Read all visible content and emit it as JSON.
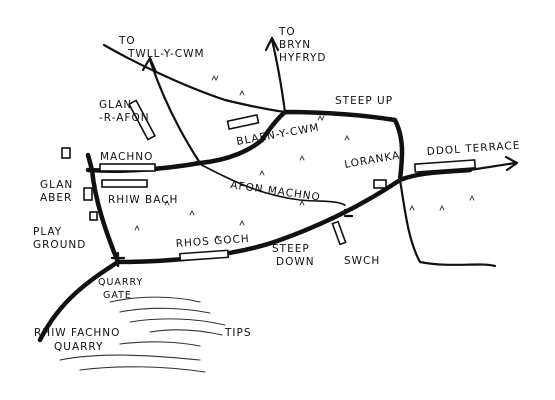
{
  "labels": {
    "to_twll_1": "TO",
    "to_twll_2": "TWLL-Y-CWM",
    "to_bryn_1": "TO",
    "to_bryn_2": "BRYN",
    "to_bryn_3": "HYFRYD",
    "glan_1": "GLAN",
    "glan_2": "-R-AFON",
    "steep_up": "STEEP UP",
    "blaen": "BLAEN-Y-CWM",
    "machno": "MACHNO",
    "rhiw_bach": "RHIW BACH",
    "glan_aber_1": "GLAN",
    "glan_aber_2": "ABER",
    "loranka": "LORANKA",
    "ddol": "DDOL TERRACE",
    "afon": "AFON MACHNO",
    "play_1": "PLAY",
    "play_2": "GROUND",
    "rhos_goch": "RHOS GOCH",
    "steep_down_1": "STEEP",
    "steep_down_2": "DOWN",
    "swch": "SWCH",
    "quarry_gate_1": "QUARRY",
    "quarry_gate_2": "GATE",
    "rhiw_fachno_1": "RHIW FACHNO",
    "rhiw_fachno_2": "QUARRY",
    "tips": "TIPS"
  }
}
